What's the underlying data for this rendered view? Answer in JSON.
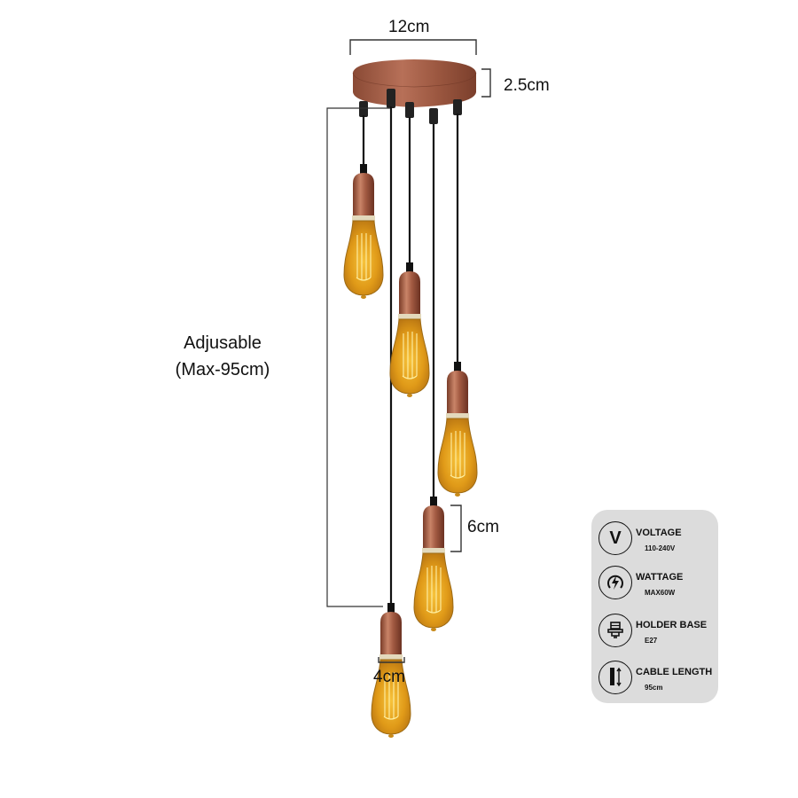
{
  "dimensions": {
    "canopy_width": "12cm",
    "canopy_height": "2.5cm",
    "holder_height": "6cm",
    "holder_width": "4cm"
  },
  "cable_note": {
    "line1": "Adjusable",
    "line2": "(Max-95cm)"
  },
  "specs": [
    {
      "icon": "voltage-icon",
      "title": "VOLTAGE",
      "value": "110-240V"
    },
    {
      "icon": "wattage-icon",
      "title": "WATTAGE",
      "value": "MAX60W"
    },
    {
      "icon": "holder-base-icon",
      "title": "HOLDER BASE",
      "value": "E27"
    },
    {
      "icon": "cable-length-icon",
      "title": "CABLE LENGTH",
      "value": "95cm"
    }
  ],
  "voltage_glyph": "V",
  "colors": {
    "copper": "#a0583f",
    "bulb_amber": "#e0a21c",
    "card_bg": "#dcdcdc",
    "cable": "#111111"
  }
}
